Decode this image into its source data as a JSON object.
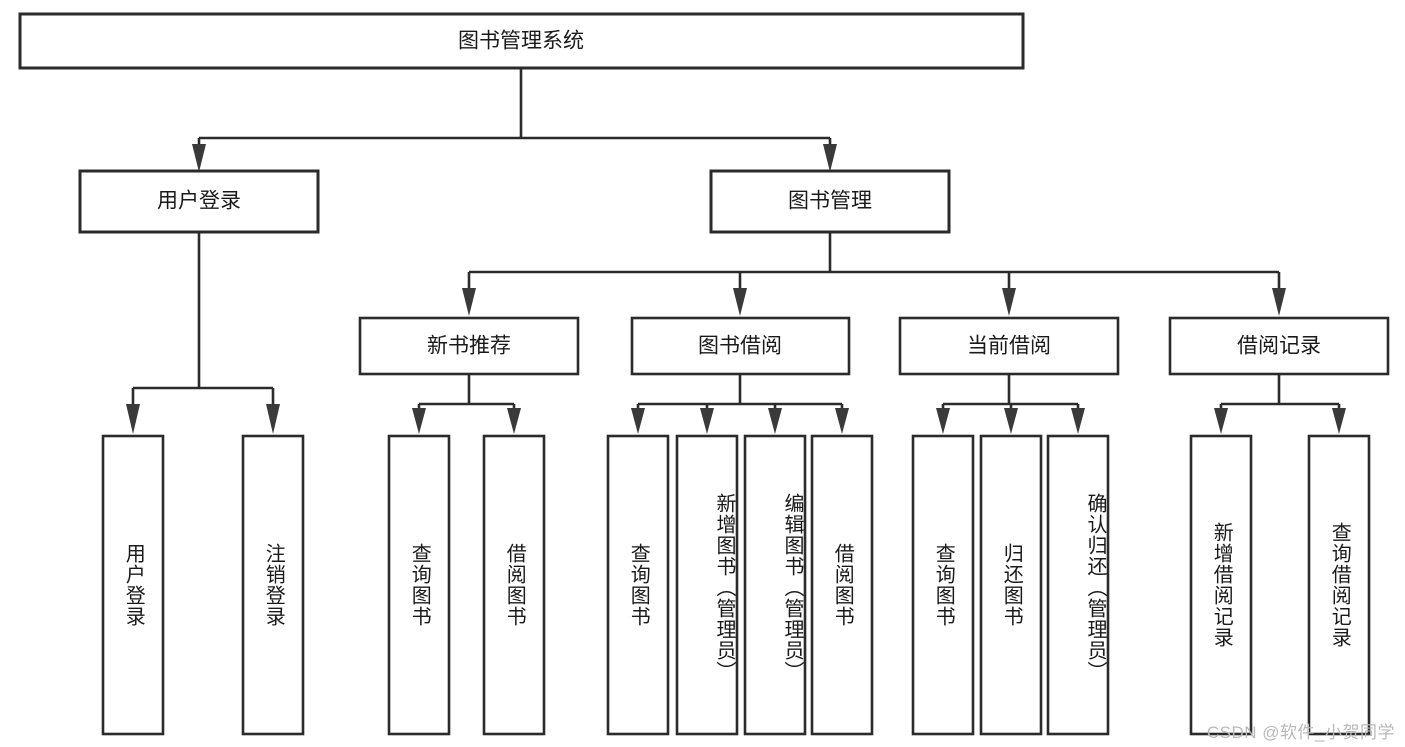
{
  "diagram": {
    "title": "图书管理系统",
    "type": "tree",
    "watermark": "CSDN @软件_小贺同学",
    "colors": {
      "box_stroke": "#2b2b2b",
      "box_fill": "#ffffff",
      "text": "#1a1a1a",
      "arrow": "#3a3a3a",
      "watermark": "#b9b9b9"
    },
    "levels": {
      "root": {
        "label": "图书管理系统"
      },
      "level2": [
        {
          "id": "user-login",
          "label": "用户登录"
        },
        {
          "id": "book-manage",
          "label": "图书管理"
        }
      ],
      "level3": [
        {
          "id": "new-book-recommend",
          "label": "新书推荐"
        },
        {
          "id": "book-borrow",
          "label": "图书借阅"
        },
        {
          "id": "current-borrow",
          "label": "当前借阅"
        },
        {
          "id": "borrow-record",
          "label": "借阅记录"
        }
      ],
      "leaves": {
        "user-login": [
          {
            "id": "leaf-user-login",
            "label": "用户登录"
          },
          {
            "id": "leaf-logout-login",
            "label": "注销登录"
          }
        ],
        "new-book-recommend": [
          {
            "id": "leaf-query-book-1",
            "label": "查询图书"
          },
          {
            "id": "leaf-borrow-book-1",
            "label": "借阅图书"
          }
        ],
        "book-borrow": [
          {
            "id": "leaf-query-book-2",
            "label": "查询图书"
          },
          {
            "id": "leaf-add-book-admin",
            "label": "新增图书（管理员）"
          },
          {
            "id": "leaf-edit-book-admin",
            "label": "编辑图书（管理员）"
          },
          {
            "id": "leaf-borrow-book-2",
            "label": "借阅图书"
          }
        ],
        "current-borrow": [
          {
            "id": "leaf-query-book-3",
            "label": "查询图书"
          },
          {
            "id": "leaf-return-book",
            "label": "归还图书"
          },
          {
            "id": "leaf-confirm-return-admin",
            "label": "确认归还（管理员）"
          }
        ],
        "borrow-record": [
          {
            "id": "leaf-add-borrow-record",
            "label": "新增借阅记录"
          },
          {
            "id": "leaf-query-borrow-record",
            "label": "查询借阅记录"
          }
        ]
      }
    }
  }
}
